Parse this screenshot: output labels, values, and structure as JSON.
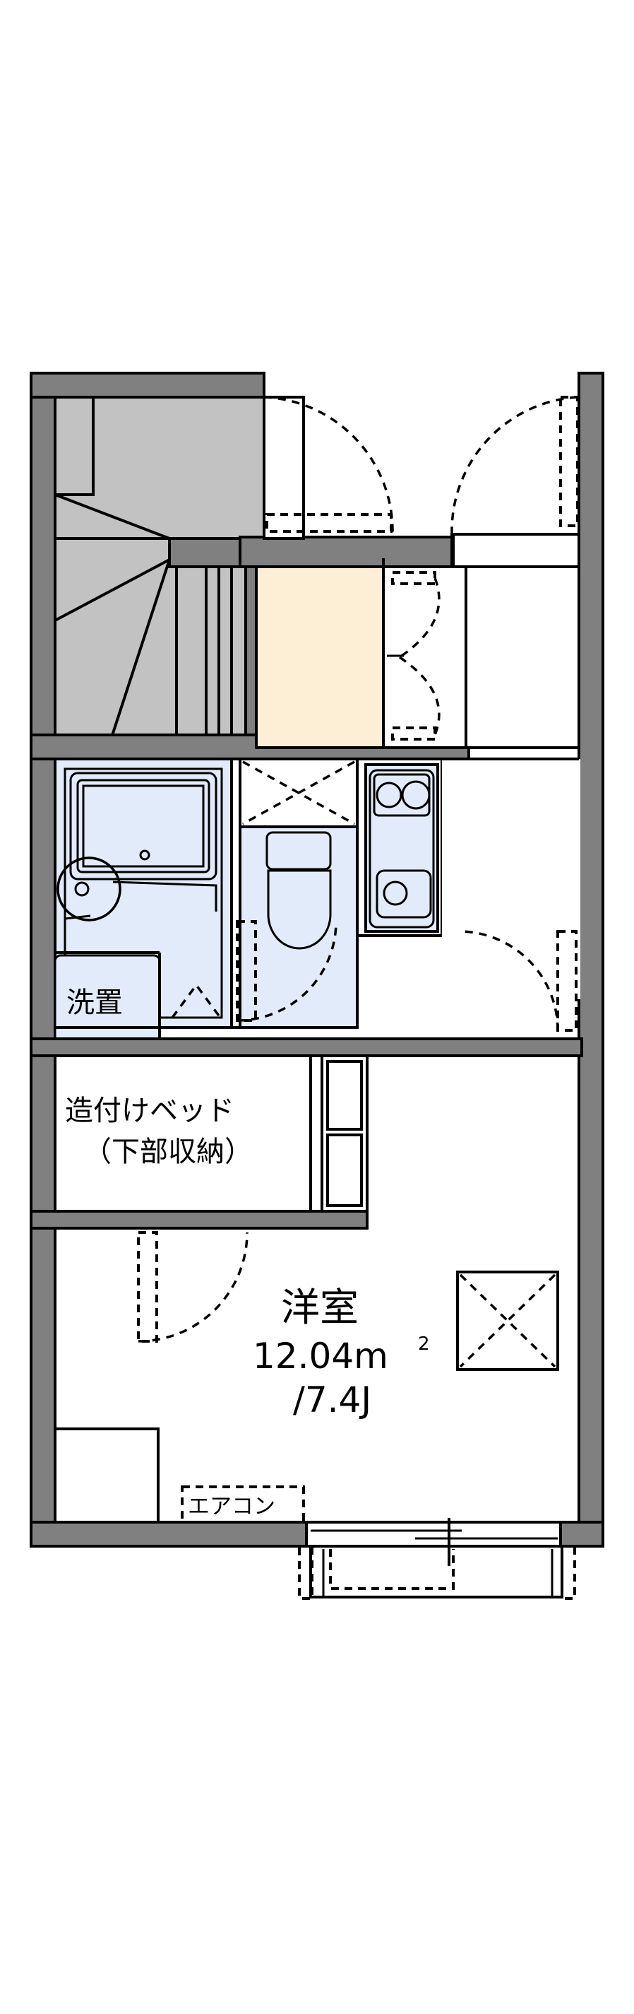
{
  "plan": {
    "title": "間取り図",
    "type": "apartment-floor-plan",
    "labels": {
      "washing_machine": "洗置",
      "builtin_bed_line1": "造付けベッド",
      "builtin_bed_line2": "（下部収納）",
      "room_name": "洋室",
      "room_area_value": "12.04m",
      "room_area_unit": "2",
      "room_area_jo": "/7.4J",
      "air_conditioner": "エアコン"
    },
    "rooms": [
      {
        "name": "洋室",
        "area_sqm": "12.04m²",
        "area_jo": "/7.4J",
        "type": "western-room"
      },
      {
        "name": "洗置",
        "type": "washing-machine-space"
      },
      {
        "name": "造付けベッド（下部収納）",
        "type": "built-in-bed-with-storage"
      }
    ],
    "fixtures": [
      {
        "name": "bathtub",
        "type": "unit-bath"
      },
      {
        "name": "shower-head",
        "type": "shower"
      },
      {
        "name": "toilet",
        "type": "western-toilet"
      },
      {
        "name": "kitchen-sink",
        "type": "sink"
      },
      {
        "name": "gas-stove",
        "type": "two-burner-stove"
      },
      {
        "name": "staircase",
        "type": "winder-stair"
      },
      {
        "name": "entrance",
        "type": "genkan"
      },
      {
        "name": "closet",
        "type": "storage-shelf"
      },
      {
        "name": "air-conditioner",
        "type": "ac-unit"
      },
      {
        "name": "balcony-window",
        "type": "sliding-glass-door"
      }
    ],
    "colors": {
      "wall": "#808080",
      "stair": "#c2c2c2",
      "entrance": "#fdeed6",
      "water_area": "#e2ebfa",
      "line": "#000000",
      "background": "#ffffff"
    }
  }
}
